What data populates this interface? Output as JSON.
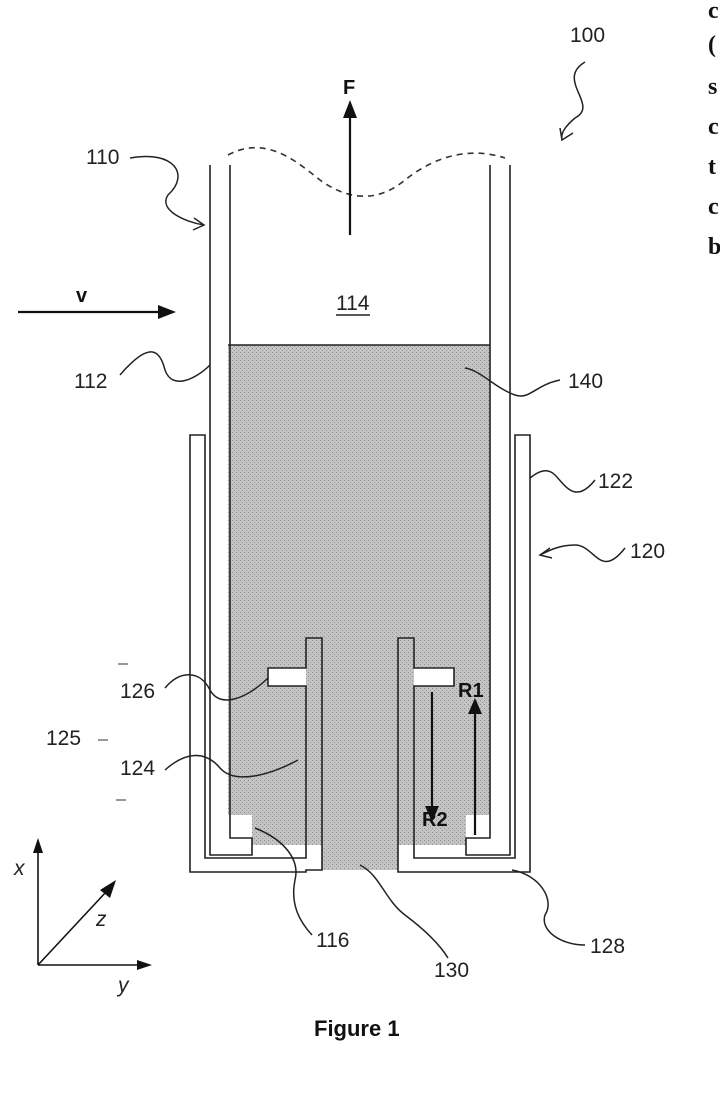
{
  "figure": {
    "caption": "Figure 1",
    "labels": {
      "assembly": "100",
      "plunger": "110",
      "plunger_wall": "112",
      "chamber": "114",
      "plunger_tab": "116",
      "sleeve": "120",
      "sleeve_wall": "122",
      "arm": "124",
      "misc": "125",
      "arm_hook": "126",
      "sleeve_base": "128",
      "outlet": "130",
      "fluid": "140"
    },
    "arrows": {
      "force": "F",
      "velocity": "v",
      "motion_up": "R1",
      "motion_down": "R2"
    },
    "axes": {
      "x": "x",
      "y": "y",
      "z": "z"
    },
    "right_edge_text": [
      "c",
      "(",
      "s",
      "c",
      "t",
      "c",
      "b"
    ],
    "fill_color": "#bdbdbd"
  }
}
